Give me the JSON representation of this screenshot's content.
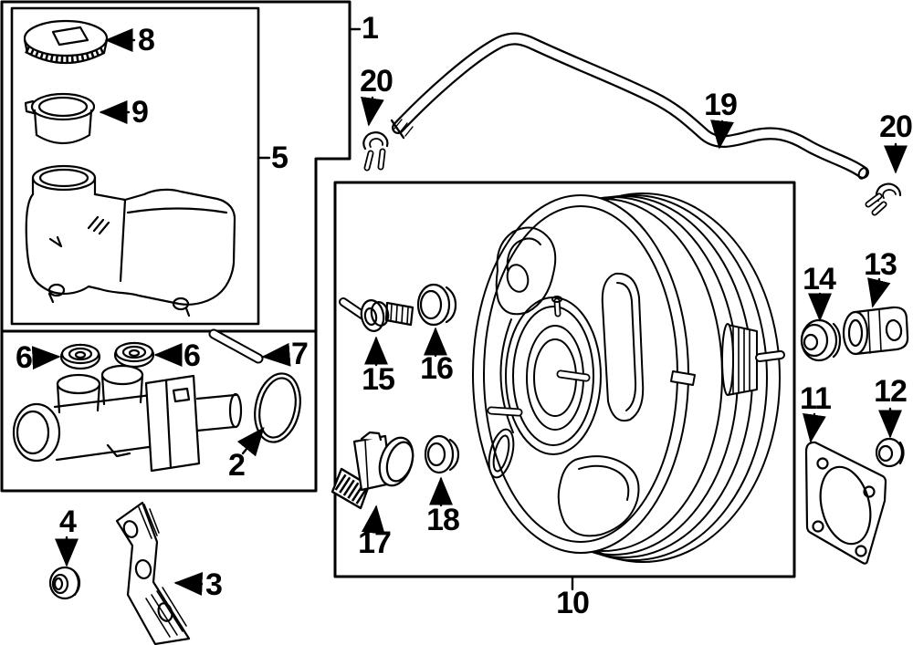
{
  "diagram": {
    "kind": "exploded-parts-diagram",
    "subject": "brake master cylinder, reservoir and power brake booster",
    "colors": {
      "background": "#ffffff",
      "line": "#000000"
    },
    "callouts": {
      "c1": {
        "label": "1"
      },
      "c2": {
        "label": "2"
      },
      "c3": {
        "label": "3"
      },
      "c4": {
        "label": "4"
      },
      "c5": {
        "label": "5"
      },
      "c6a": {
        "label": "6"
      },
      "c6b": {
        "label": "6"
      },
      "c7": {
        "label": "7"
      },
      "c8": {
        "label": "8"
      },
      "c9": {
        "label": "9"
      },
      "c10": {
        "label": "10"
      },
      "c11": {
        "label": "11"
      },
      "c12": {
        "label": "12"
      },
      "c13": {
        "label": "13"
      },
      "c14": {
        "label": "14"
      },
      "c15": {
        "label": "15"
      },
      "c16": {
        "label": "16"
      },
      "c17": {
        "label": "17"
      },
      "c18": {
        "label": "18"
      },
      "c19": {
        "label": "19"
      },
      "c20a": {
        "label": "20"
      },
      "c20b": {
        "label": "20"
      }
    }
  }
}
